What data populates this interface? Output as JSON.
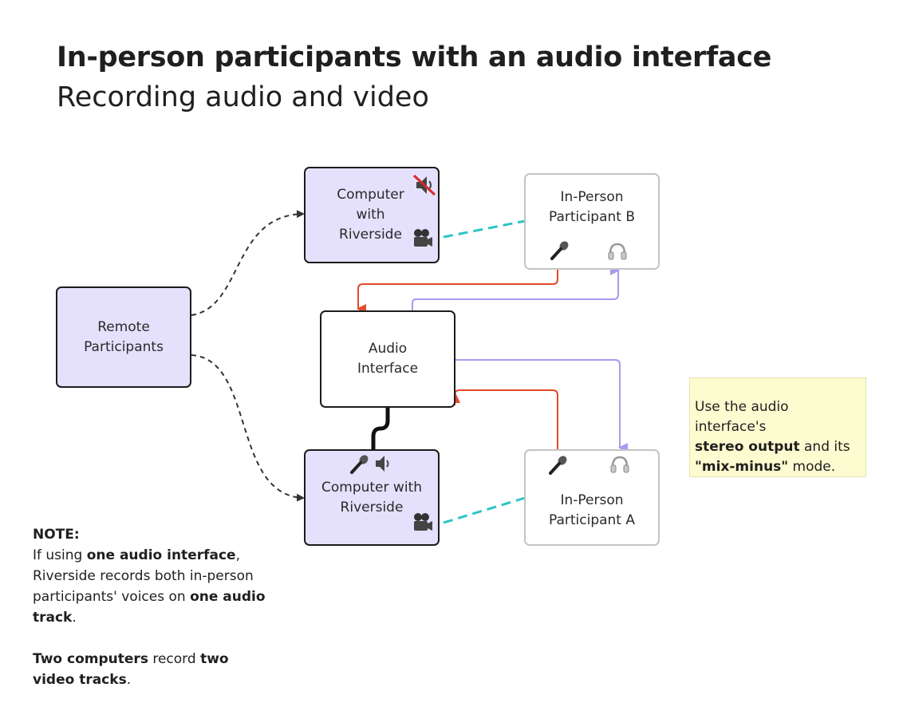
{
  "header": {
    "title": "In-person participants with an audio interface",
    "subtitle": "Recording audio and video"
  },
  "nodes": {
    "computer_top": {
      "label": "Computer\nwith\nRiverside",
      "icons": [
        "speaker-muted-icon",
        "video-camera-icon"
      ]
    },
    "participant_b": {
      "label": "In-Person\nParticipant B",
      "icons": [
        "microphone-icon",
        "headphones-icon"
      ]
    },
    "remote": {
      "label": "Remote\nParticipants"
    },
    "audio_interface": {
      "label": "Audio\nInterface"
    },
    "computer_bottom": {
      "label": "Computer with\nRiverside",
      "icons": [
        "microphone-icon",
        "speaker-icon",
        "video-camera-icon"
      ]
    },
    "participant_a": {
      "label": "In-Person\nParticipant A",
      "icons": [
        "microphone-icon",
        "headphones-icon"
      ]
    }
  },
  "sticky": {
    "line1": "Use the audio interface's",
    "bold1": "stereo output",
    "line2": " and its",
    "bold2": "\"mix-minus\"",
    "line3": " mode."
  },
  "note": {
    "heading": "NOTE:",
    "p1_a": "If using ",
    "p1_b": "one audio interface",
    "p1_c": ",\nRiverside records both in-person participants' voices on ",
    "p1_d": "one audio track",
    "p1_e": ".",
    "p2_a": "Two computers",
    "p2_b": " record ",
    "p2_c": "two video tracks",
    "p2_d": "."
  },
  "colors": {
    "computer_fill": "#e5e0fb",
    "audio_in_line": "#e34a2b",
    "audio_out_line": "#a99af0",
    "video_link": "#2ec4c6",
    "sticky_fill": "#fdfbd0"
  }
}
